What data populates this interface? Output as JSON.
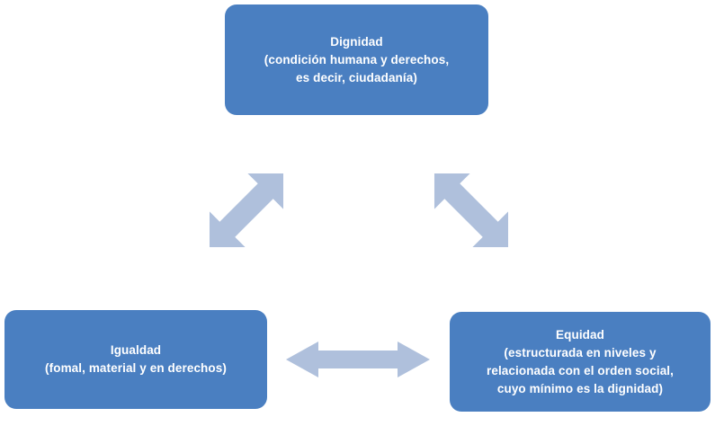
{
  "diagram": {
    "type": "triangular-relationship-diagram",
    "language": "es",
    "background_color": "#ffffff",
    "node_color": "#4a7fc1",
    "node_text_color": "#ffffff",
    "arrow_color": "#afc0dc",
    "nodes": [
      {
        "id": "dignidad",
        "title": "Dignidad",
        "sub_line_1": "(condición humana y derechos,",
        "sub_line_2": "es decir, ciudadanía)",
        "sub_line_3": ""
      },
      {
        "id": "igualdad",
        "title": "Igualdad",
        "sub_line_1": "(fomal, material y en derechos)",
        "sub_line_2": "",
        "sub_line_3": ""
      },
      {
        "id": "equidad",
        "title": "Equidad",
        "sub_line_1": "(estructurada en niveles y",
        "sub_line_2": "relacionada con el orden social,",
        "sub_line_3": "cuyo mínimo es la dignidad)"
      }
    ],
    "connectors": [
      {
        "id": "dignidad-igualdad",
        "style": "double-headed",
        "orientation": "diagonal-up-right"
      },
      {
        "id": "dignidad-equidad",
        "style": "double-headed",
        "orientation": "diagonal-up-left"
      },
      {
        "id": "igualdad-equidad",
        "style": "double-headed",
        "orientation": "horizontal"
      }
    ]
  }
}
